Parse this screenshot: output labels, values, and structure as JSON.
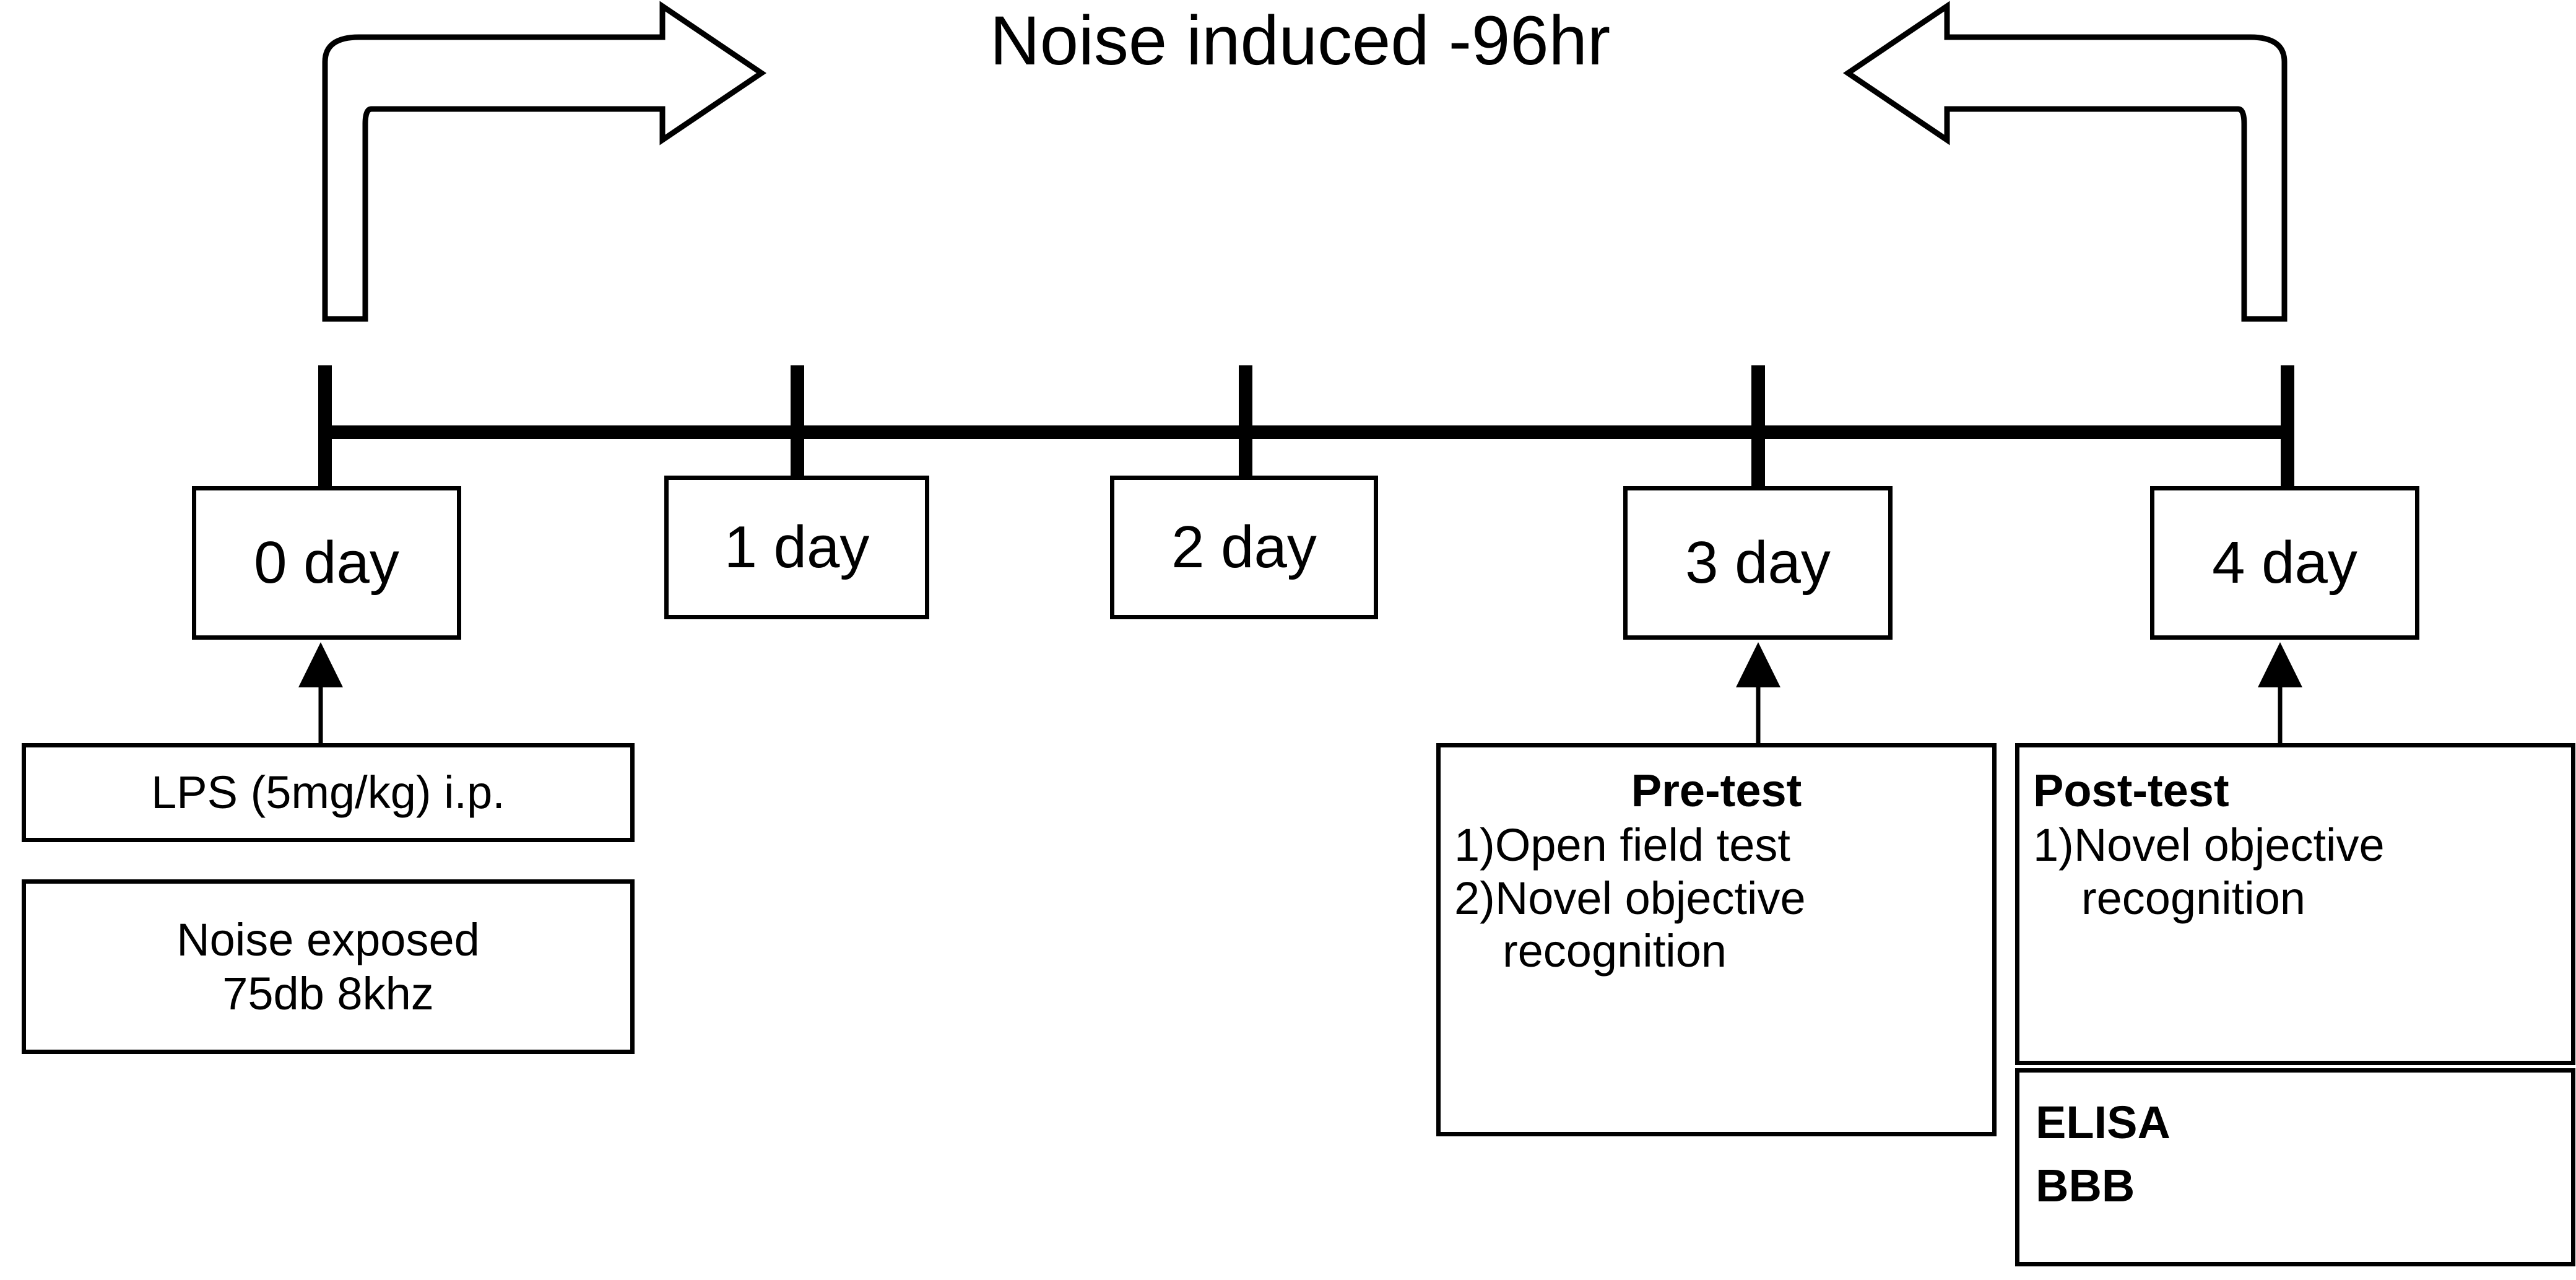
{
  "title": "Noise induced -96hr",
  "arrows": {
    "left_bent_arrow": "bent-arrow-right",
    "right_bent_arrow": "bent-arrow-left"
  },
  "timeline": {
    "ticks": [
      {
        "label": "0 day"
      },
      {
        "label": "1 day"
      },
      {
        "label": "2 day"
      },
      {
        "label": "3 day"
      },
      {
        "label": "4 day"
      }
    ]
  },
  "day0_boxes": [
    {
      "name": "lps-box",
      "lines": [
        "LPS (5mg/kg) i.p."
      ]
    },
    {
      "name": "noise-box",
      "lines": [
        "Noise exposed",
        "75db  8khz"
      ]
    }
  ],
  "pre_test": {
    "heading": "Pre-test",
    "items": [
      {
        "num": "1)",
        "text": "Open field test",
        "cont": ""
      },
      {
        "num": "2)",
        "text": "Novel objective",
        "cont": "recognition"
      }
    ]
  },
  "post_test": {
    "heading": "Post-test",
    "items": [
      {
        "num": "1)",
        "text": "Novel objective",
        "cont": "recognition"
      }
    ]
  },
  "assays": {
    "rows": [
      "ELISA",
      "BBB"
    ]
  },
  "colors": {
    "stroke": "#000000",
    "background": "#ffffff"
  }
}
